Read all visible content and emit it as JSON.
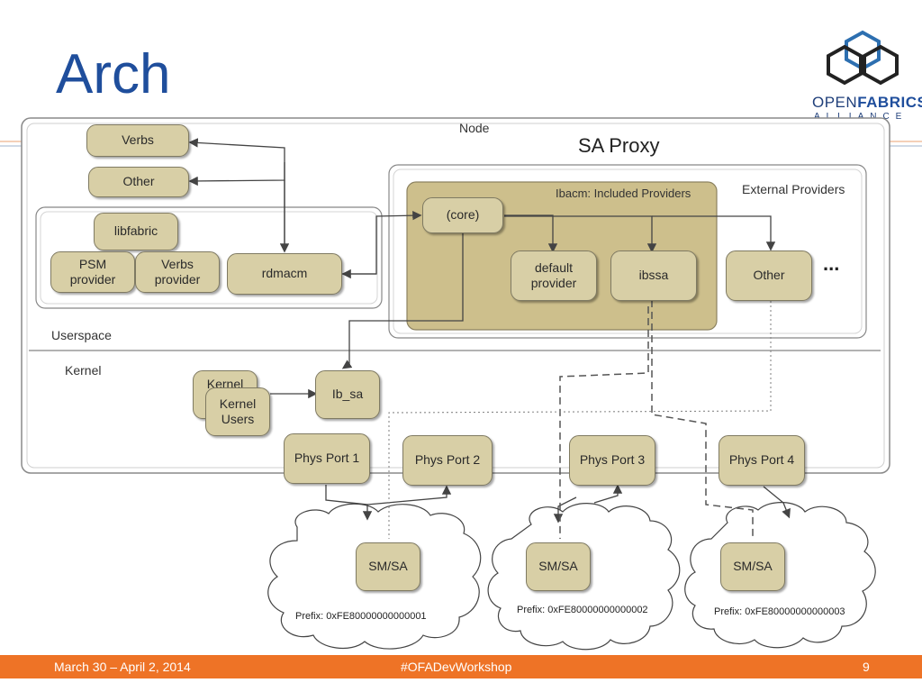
{
  "slide": {
    "title": "Arch",
    "logo_text_a": "OPEN",
    "logo_text_b": "FABRICS",
    "logo_sub": "ALLIANCE"
  },
  "diagram": {
    "node_label": "Node",
    "sa_proxy_label": "SA Proxy",
    "ibacm_label": "Ibacm: Included Providers",
    "external_label": "External Providers",
    "userspace_label": "Userspace",
    "kernel_label": "Kernel",
    "ellipsis": "...",
    "boxes": {
      "verbs": "Verbs",
      "other_top": "Other",
      "libfabric": "libfabric",
      "psm": "PSM\nprovider",
      "verbs_provider": "Verbs\nprovider",
      "rdmacm": "rdmacm",
      "core": "(core)",
      "default_provider": "default\nprovider",
      "ibssa": "ibssa",
      "other_ext": "Other",
      "kernel_users_back": "Kernel\nUsers",
      "kernel_users": "Kernel\nUsers",
      "ib_sa": "Ib_sa",
      "phys1": "Phys Port 1",
      "phys2": "Phys Port 2",
      "phys3": "Phys Port 3",
      "phys4": "Phys Port 4",
      "smsa1": "SM/SA",
      "smsa2": "SM/SA",
      "smsa3": "SM/SA"
    },
    "prefixes": {
      "p1": "Prefix: 0xFE80000000000001",
      "p2": "Prefix: 0xFE80000000000002",
      "p3": "Prefix: 0xFE80000000000003"
    }
  },
  "footer": {
    "date": "March 30 – April 2, 2014",
    "hashtag": "#OFADevWorkshop",
    "page": "9"
  },
  "colors": {
    "title": "#1f4e9c",
    "footer": "#ee7326",
    "box_fill": "#d8cfa6",
    "ibacm_fill": "#cdbf8c"
  }
}
